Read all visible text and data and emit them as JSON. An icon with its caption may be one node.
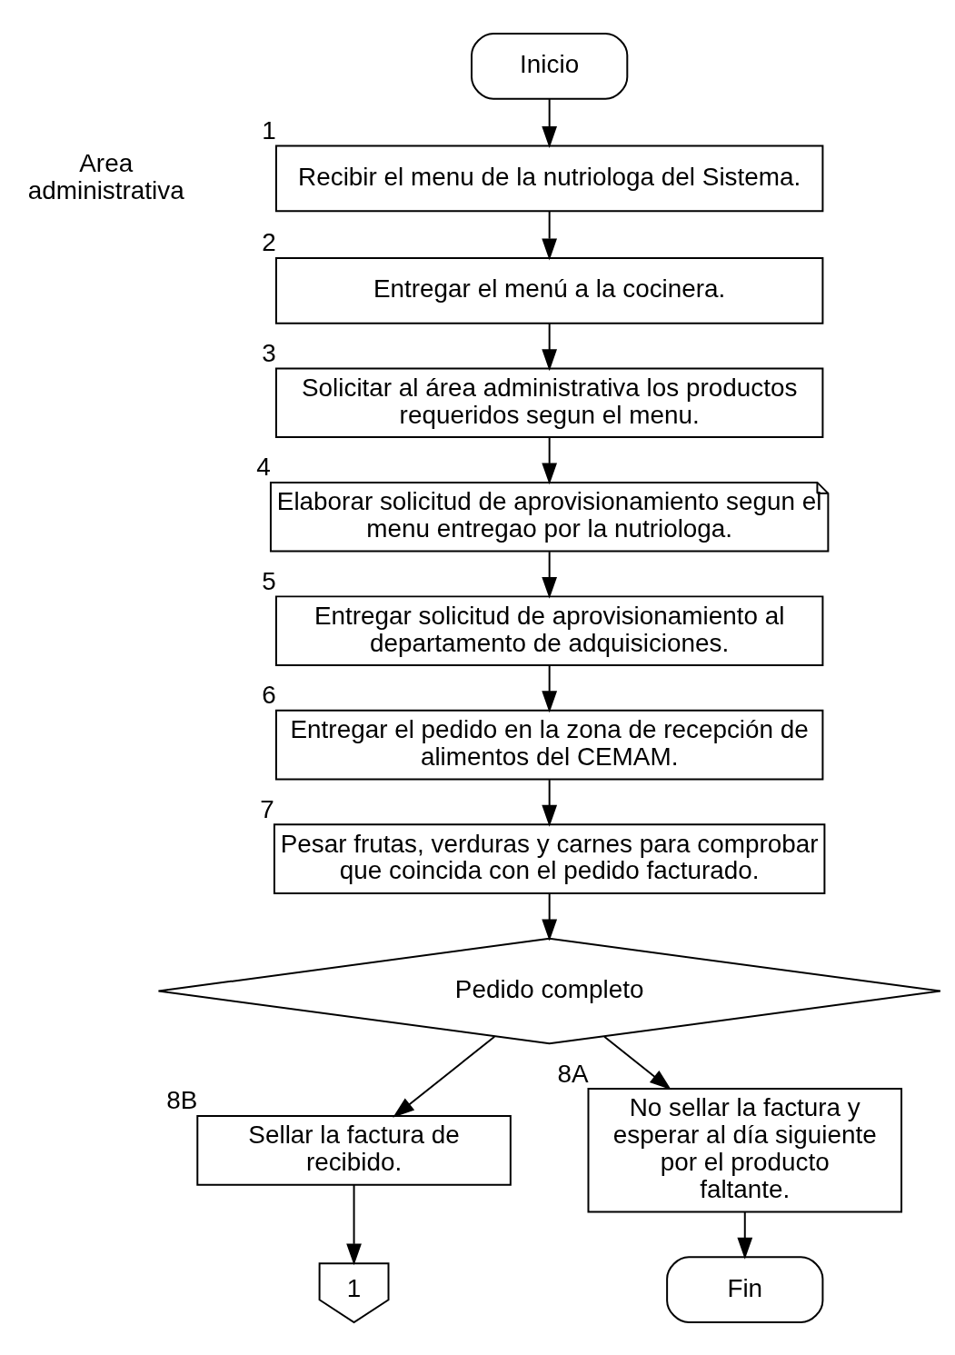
{
  "diagram": {
    "nodes": [
      {
        "text": [
          "Inicio"
        ]
      },
      {
        "text": [
          "Recibir el menu de la nutriologa del Sistema."
        ],
        "beside": [
          "1"
        ]
      },
      {
        "text": [
          "Entregar el menú a la cocinera."
        ],
        "beside": [
          "2"
        ]
      },
      {
        "text": [
          "Solicitar al área administrativa los productos requeridos segun el menu."
        ],
        "beside": [
          "3"
        ]
      },
      {
        "text": [
          "Elaborar solicitud de aprovisionamiento segun el menu entregao por la nutriologa."
        ],
        "beside": [
          "4"
        ]
      },
      {
        "text": [
          "Entregar solicitud de aprovisionamiento al departamento de adquisiciones."
        ],
        "beside": [
          "5"
        ]
      },
      {
        "text": [
          "Entregar el pedido en la zona de recepción de alimentos del CEMAM."
        ],
        "beside": [
          "6"
        ]
      },
      {
        "text": [
          "Pesar frutas, verduras y carnes para comprobar que coincida con el pedido facturado."
        ],
        "beside": [
          "7"
        ]
      },
      {
        "text": [
          "Pedido completo"
        ]
      },
      {
        "text": [
          "Sellar la factura de recibido."
        ],
        "beside": [
          "8B"
        ]
      },
      {
        "text": [
          "1"
        ]
      },
      {
        "text": [
          "No sellar la factura y esperar al día siguiente por el producto faltante."
        ],
        "beside": [
          "8A"
        ]
      },
      {
        "text": [
          "Fin"
        ]
      }
    ],
    "edges": [
      {
        "from": 0,
        "to": 1,
        "arrow": "to"
      },
      {
        "from": 1,
        "to": 2,
        "arrow": "to"
      },
      {
        "from": 2,
        "to": 3,
        "arrow": "to"
      },
      {
        "from": 3,
        "to": 4,
        "arrow": "to"
      },
      {
        "from": 4,
        "to": 5,
        "arrow": "to"
      },
      {
        "from": 5,
        "to": 6,
        "arrow": "to"
      },
      {
        "from": 6,
        "to": 7,
        "arrow": "to"
      },
      {
        "from": 7,
        "to": 8,
        "arrow": "to"
      },
      {
        "from": 8,
        "to": 9,
        "arrow": "to"
      },
      {
        "from": 8,
        "to": 11,
        "arrow": "to"
      },
      {
        "from": 9,
        "to": 10,
        "arrow": "to"
      },
      {
        "from": 11,
        "to": 12,
        "arrow": "to"
      }
    ],
    "labels": [
      "Area administrativa"
    ]
  }
}
